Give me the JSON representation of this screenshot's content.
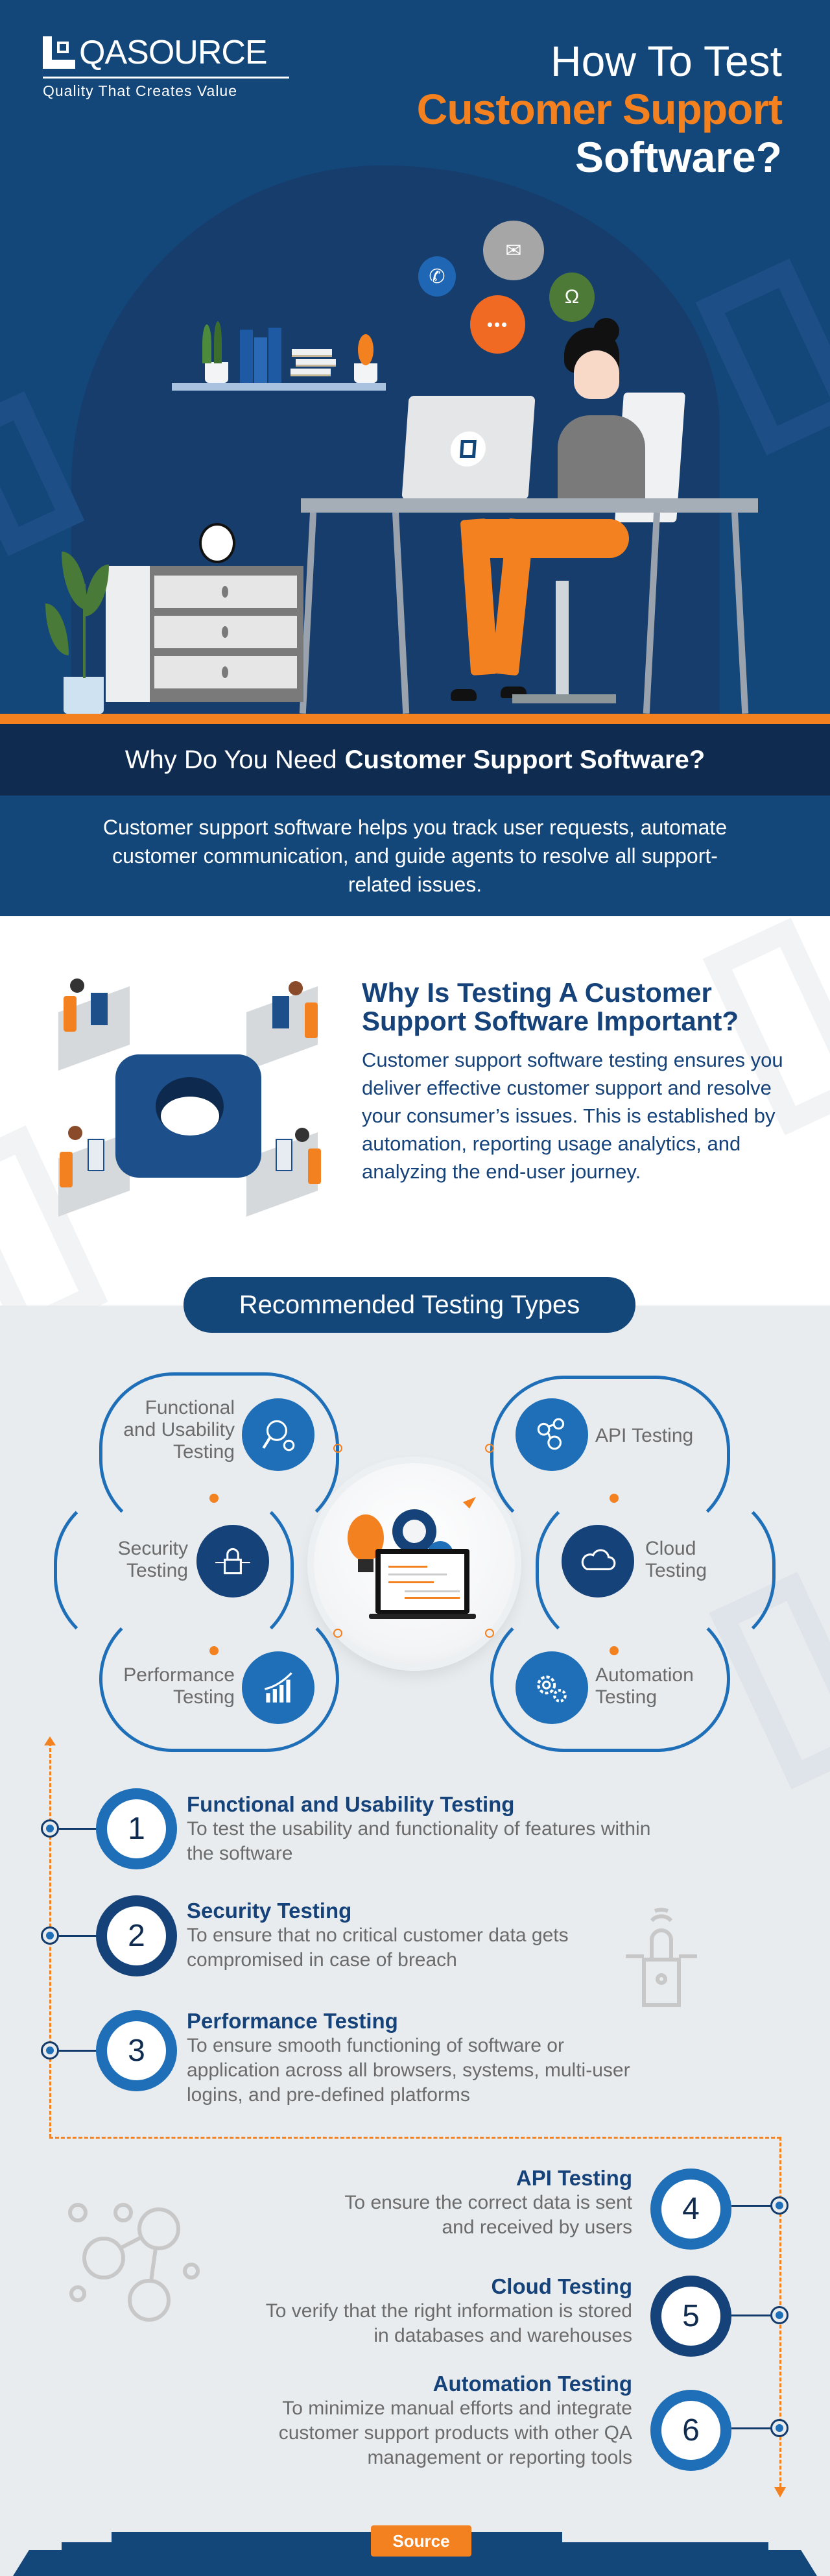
{
  "brand": {
    "name": "QASOURCE",
    "tagline": "Quality That Creates Value"
  },
  "hero": {
    "title_line1": "How To Test",
    "title_line2": "Customer Support",
    "title_line3": "Software?",
    "bubbles": [
      "phone-icon",
      "mail-icon",
      "headset-icon",
      "chat-icon"
    ]
  },
  "why_need": {
    "heading_light": "Why Do You Need",
    "heading_bold": "Customer Support Software?",
    "body": "Customer support software helps you track user requests, automate customer communication, and guide agents to resolve all support-related issues."
  },
  "importance": {
    "heading": "Why Is Testing A Customer Support Software Important?",
    "body": "Customer support software testing ensures you deliver effective customer support and resolve your consumer’s issues. This is established by automation, reporting usage analytics, and analyzing the end-user journey."
  },
  "recommended": {
    "title": "Recommended Testing Types",
    "cards": [
      {
        "label": "Functional and Usability Testing",
        "icon": "magnifier-gear-icon"
      },
      {
        "label": "API Testing",
        "icon": "network-users-icon"
      },
      {
        "label": "Security Testing",
        "icon": "circuit-lock-icon"
      },
      {
        "label": "Cloud Testing",
        "icon": "cloud-icon"
      },
      {
        "label": "Performance Testing",
        "icon": "growth-chart-icon"
      },
      {
        "label": "Automation Testing",
        "icon": "gears-icon"
      }
    ]
  },
  "list": [
    {
      "num": "1",
      "title": "Functional and Usability Testing",
      "desc": "To test the usability and functionality of features within the software"
    },
    {
      "num": "2",
      "title": "Security Testing",
      "desc": "To ensure that no critical customer data gets compromised in case of breach"
    },
    {
      "num": "3",
      "title": "Performance Testing",
      "desc": "To ensure smooth functioning of software or application across all browsers, systems, multi-user logins, and pre-defined platforms"
    },
    {
      "num": "4",
      "title": "API Testing",
      "desc": "To ensure the correct data is sent and received by users"
    },
    {
      "num": "5",
      "title": "Cloud Testing",
      "desc": "To verify that the right information is stored in databases and warehouses"
    },
    {
      "num": "6",
      "title": "Automation Testing",
      "desc": "To minimize manual efforts and integrate customer support products with other QA management or reporting tools"
    }
  ],
  "footer": {
    "source_label": "Source"
  },
  "colors": {
    "navy": "#134679",
    "dark_navy": "#0f2b50",
    "orange": "#f48120",
    "blue": "#1e6fb8",
    "gray_text": "#6b6b6b",
    "light_bg": "#e8ecef"
  }
}
